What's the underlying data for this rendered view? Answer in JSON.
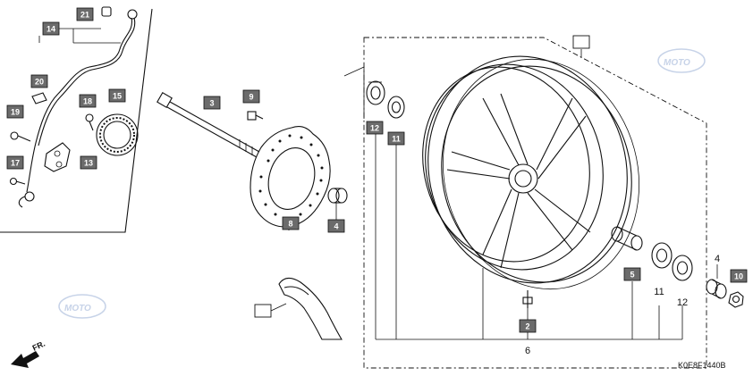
{
  "diagram_code": "K0E8F1440B",
  "direction_label": "FR.",
  "watermark": "MOTO",
  "part_tags": {
    "p2": "2",
    "p3": "3",
    "p4": "4",
    "p5": "5",
    "p8": "8",
    "p9": "9",
    "p10": "10",
    "p11": "11",
    "p12": "12",
    "p13": "13",
    "p14": "14",
    "p15": "15",
    "p17": "17",
    "p18": "18",
    "p19": "19",
    "p20": "20",
    "p21": "21"
  },
  "plain_labels": {
    "l4": "4",
    "l6": "6",
    "l11": "11",
    "l12": "12"
  }
}
